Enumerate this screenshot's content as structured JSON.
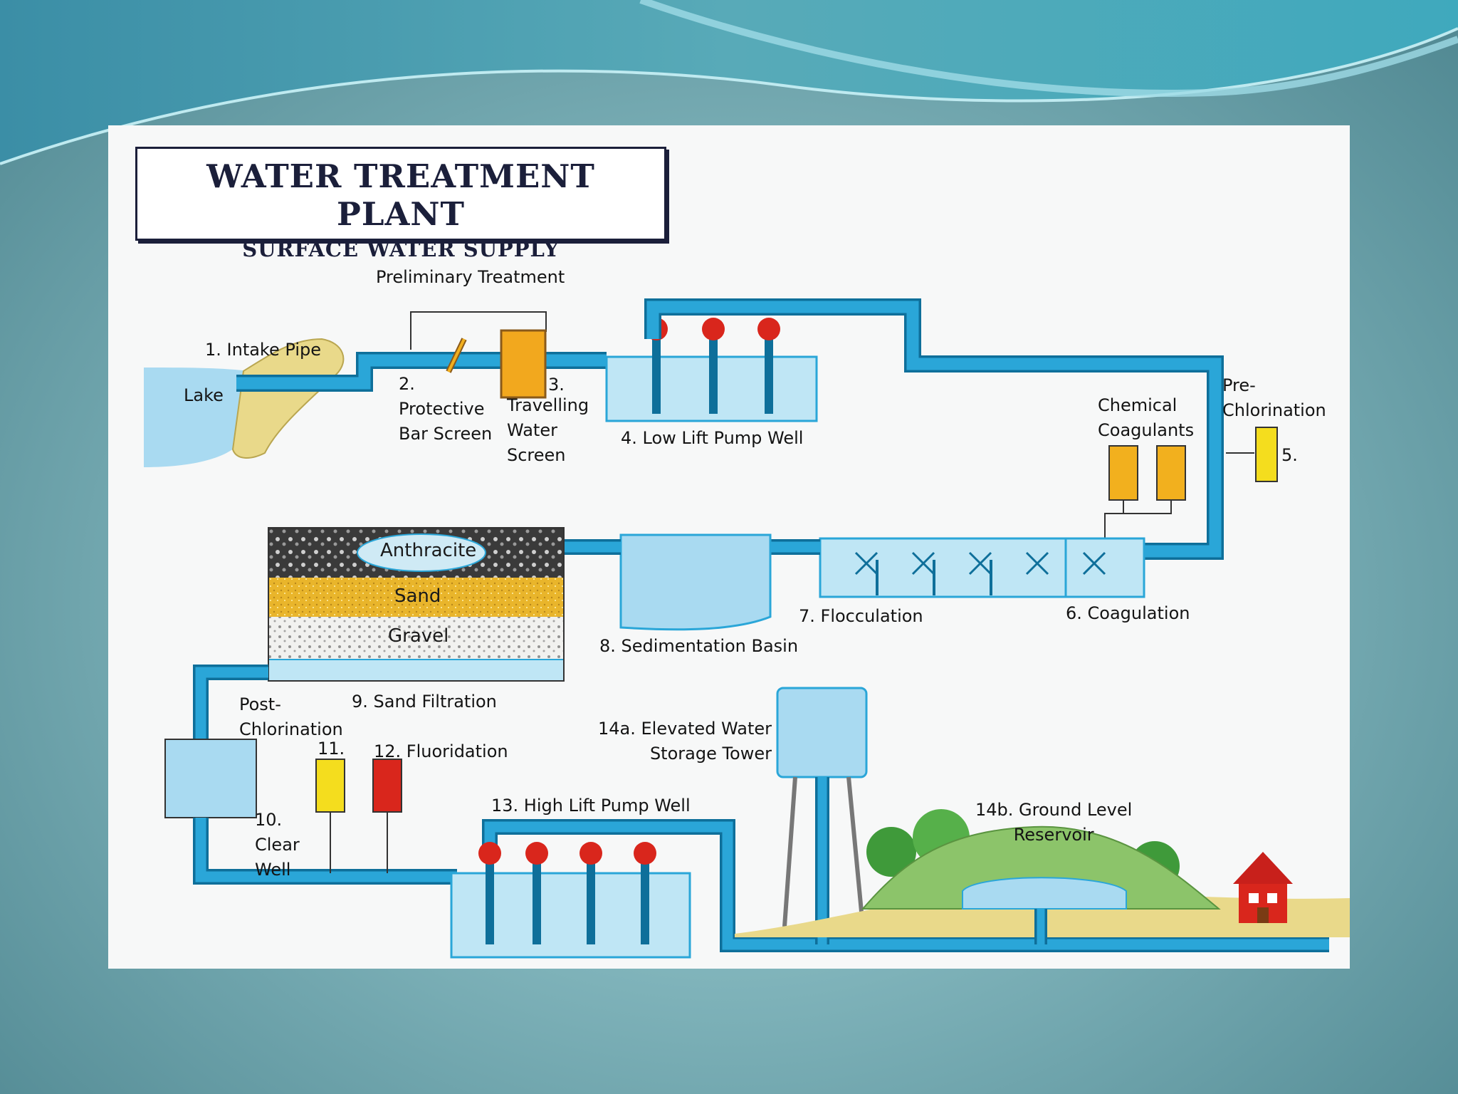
{
  "title": "WATER TREATMENT PLANT",
  "subtitle": "SURFACE WATER SUPPLY",
  "group_label": "Preliminary Treatment",
  "labels": {
    "intake_pipe": "1. Intake Pipe",
    "lake": "Lake",
    "bar_screen_num": "2.",
    "bar_screen_l1": "Protective",
    "bar_screen_l2": "Bar Screen",
    "travelling_num": "3.",
    "travelling_l1": "Travelling",
    "travelling_l2": "Water",
    "travelling_l3": "Screen",
    "low_lift": "4. Low Lift Pump Well",
    "pre_chlor_l1": "Pre-",
    "pre_chlor_l2": "Chlorination",
    "pre_chlor_num": "5.",
    "chem_l1": "Chemical",
    "chem_l2": "Coagulants",
    "coagulation": "6.  Coagulation",
    "flocculation": "7. Flocculation",
    "sedimentation": "8. Sedimentation Basin",
    "anthracite": "Anthracite",
    "sand": "Sand",
    "gravel": "Gravel",
    "sand_filtration": "9. Sand Filtration",
    "post_chlor_l1": "Post-",
    "post_chlor_l2": "Chlorination",
    "post_chlor_num": "11.",
    "fluoridation": "12. Fluoridation",
    "clear_num": "10.",
    "clear_l1": "Clear",
    "clear_l2": "Well",
    "high_lift": "13. High Lift Pump Well",
    "tower_l1": "14a. Elevated Water",
    "tower_l2": "Storage Tower",
    "reservoir_l1": "14b. Ground Level",
    "reservoir_l2": "Reservoir"
  },
  "colors": {
    "pipe": "#2aa6d8",
    "pipe_outline": "#0e6f9a",
    "water": "#bfe6f5",
    "chemical": "#f2b01e",
    "chlorine": "#f4dd1e",
    "fluoride": "#d9261c",
    "pump": "#d9261c"
  }
}
